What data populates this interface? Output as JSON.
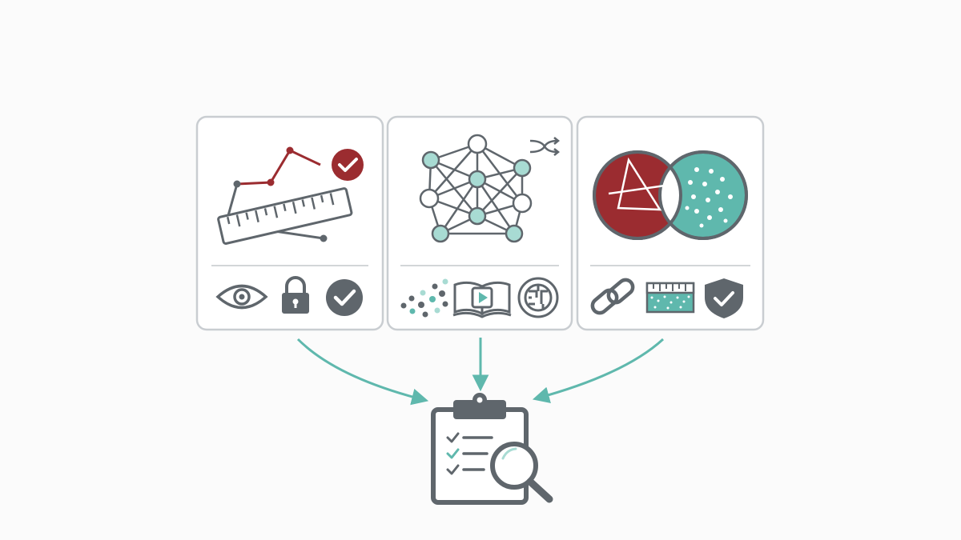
{
  "colors": {
    "background": "#fbfbfb",
    "card_border": "#c9cdd1",
    "divider": "#c4c8cc",
    "icon_gray": "#5f666c",
    "accent_red": "#9b2c30",
    "accent_teal": "#5fb8ad",
    "teal_light": "#a8dbd3",
    "arrow": "#5fb8ad"
  },
  "cards": [
    {
      "main_illustration": "line-chart-ruler-check-illustration",
      "icons": [
        "eye-icon",
        "padlock-icon",
        "check-circle-icon"
      ]
    },
    {
      "main_illustration": "neural-network-illustration",
      "corner_icon": "shuffle-icon",
      "icons": [
        "scattered-dots-icon",
        "book-play-icon",
        "globe-maze-icon"
      ]
    },
    {
      "main_illustration": "overlapping-circles-illustration",
      "icons": [
        "chain-link-icon",
        "ruler-texture-icon",
        "shield-check-icon"
      ]
    }
  ],
  "target": {
    "icon": "clipboard-checklist-magnifier-icon"
  }
}
